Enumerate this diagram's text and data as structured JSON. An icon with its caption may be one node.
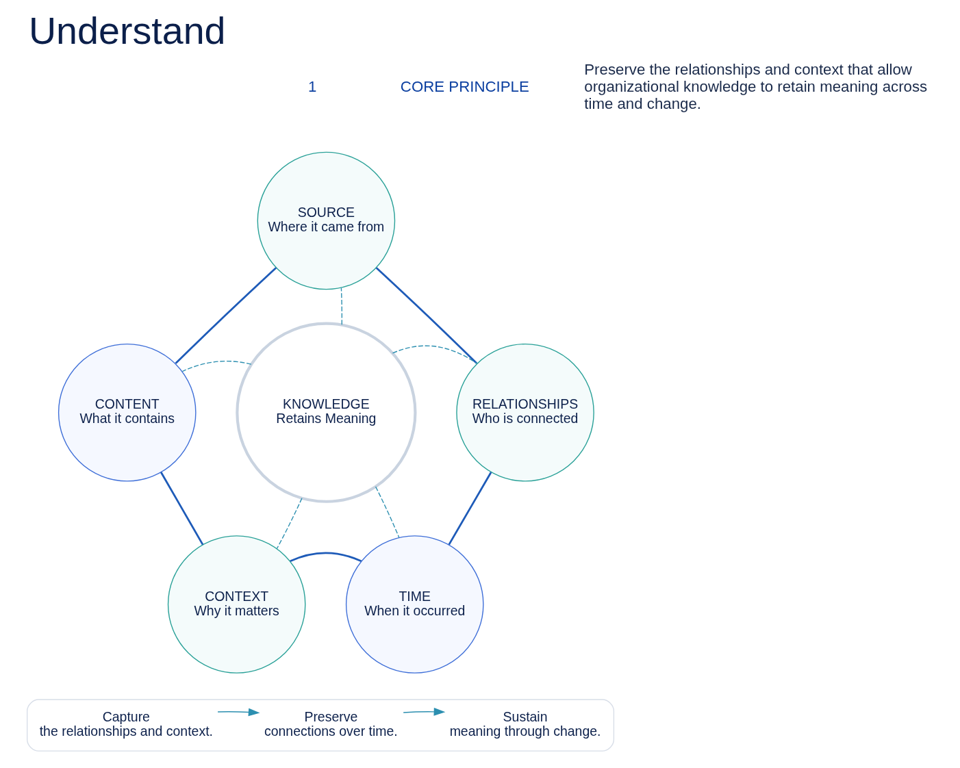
{
  "diagram": {
    "title": "Understand",
    "nodes": [
      {
        "text": [
          "SOURCE",
          "Where it came from"
        ]
      },
      {
        "text": [
          "CONTENT",
          "What it contains"
        ]
      },
      {
        "text": [
          "KNOWLEDGE",
          "Retains Meaning"
        ]
      },
      {
        "text": [
          "RELATIONSHIPS",
          "Who is connected"
        ]
      },
      {
        "text": [
          "CONTEXT",
          "Why it matters"
        ]
      },
      {
        "text": [
          "TIME",
          "When it occurred"
        ]
      },
      {
        "text": [],
        "shape": "box"
      },
      {
        "text": [
          "Capture",
          "the relationships and context."
        ],
        "in": 6
      },
      {
        "text": [
          "Preserve",
          "connections over time."
        ],
        "in": 6
      },
      {
        "text": [
          "Sustain",
          "meaning through change."
        ],
        "in": 6
      }
    ],
    "edges": [
      {
        "from": 0,
        "to": 3,
        "arrow": "none",
        "color": "#1e5bb8"
      },
      {
        "from": 3,
        "to": 5,
        "arrow": "none",
        "color": "#1e5bb8"
      },
      {
        "from": 5,
        "to": 4,
        "arrow": "none",
        "color": "#1e5bb8"
      },
      {
        "from": 4,
        "to": 1,
        "arrow": "none",
        "color": "#1e5bb8"
      },
      {
        "from": 1,
        "to": 0,
        "arrow": "none",
        "color": "#1e5bb8"
      },
      {
        "from": 2,
        "to": 0,
        "arrow": "none",
        "style": "dashed"
      },
      {
        "from": 2,
        "to": 1,
        "arrow": "none",
        "style": "dashed"
      },
      {
        "from": 2,
        "to": 3,
        "arrow": "none",
        "style": "dashed"
      },
      {
        "from": 2,
        "to": 4,
        "arrow": "none",
        "style": "dashed"
      },
      {
        "from": 2,
        "to": 5,
        "arrow": "none",
        "style": "dashed"
      },
      {
        "from": 7,
        "to": 8,
        "arrow": "to"
      },
      {
        "from": 8,
        "to": 9,
        "arrow": "to"
      }
    ],
    "labels": [
      "1",
      "CORE PRINCIPLE",
      "Preserve the relationships and context that allow organizational knowledge to retain meaning across time and change."
    ]
  }
}
